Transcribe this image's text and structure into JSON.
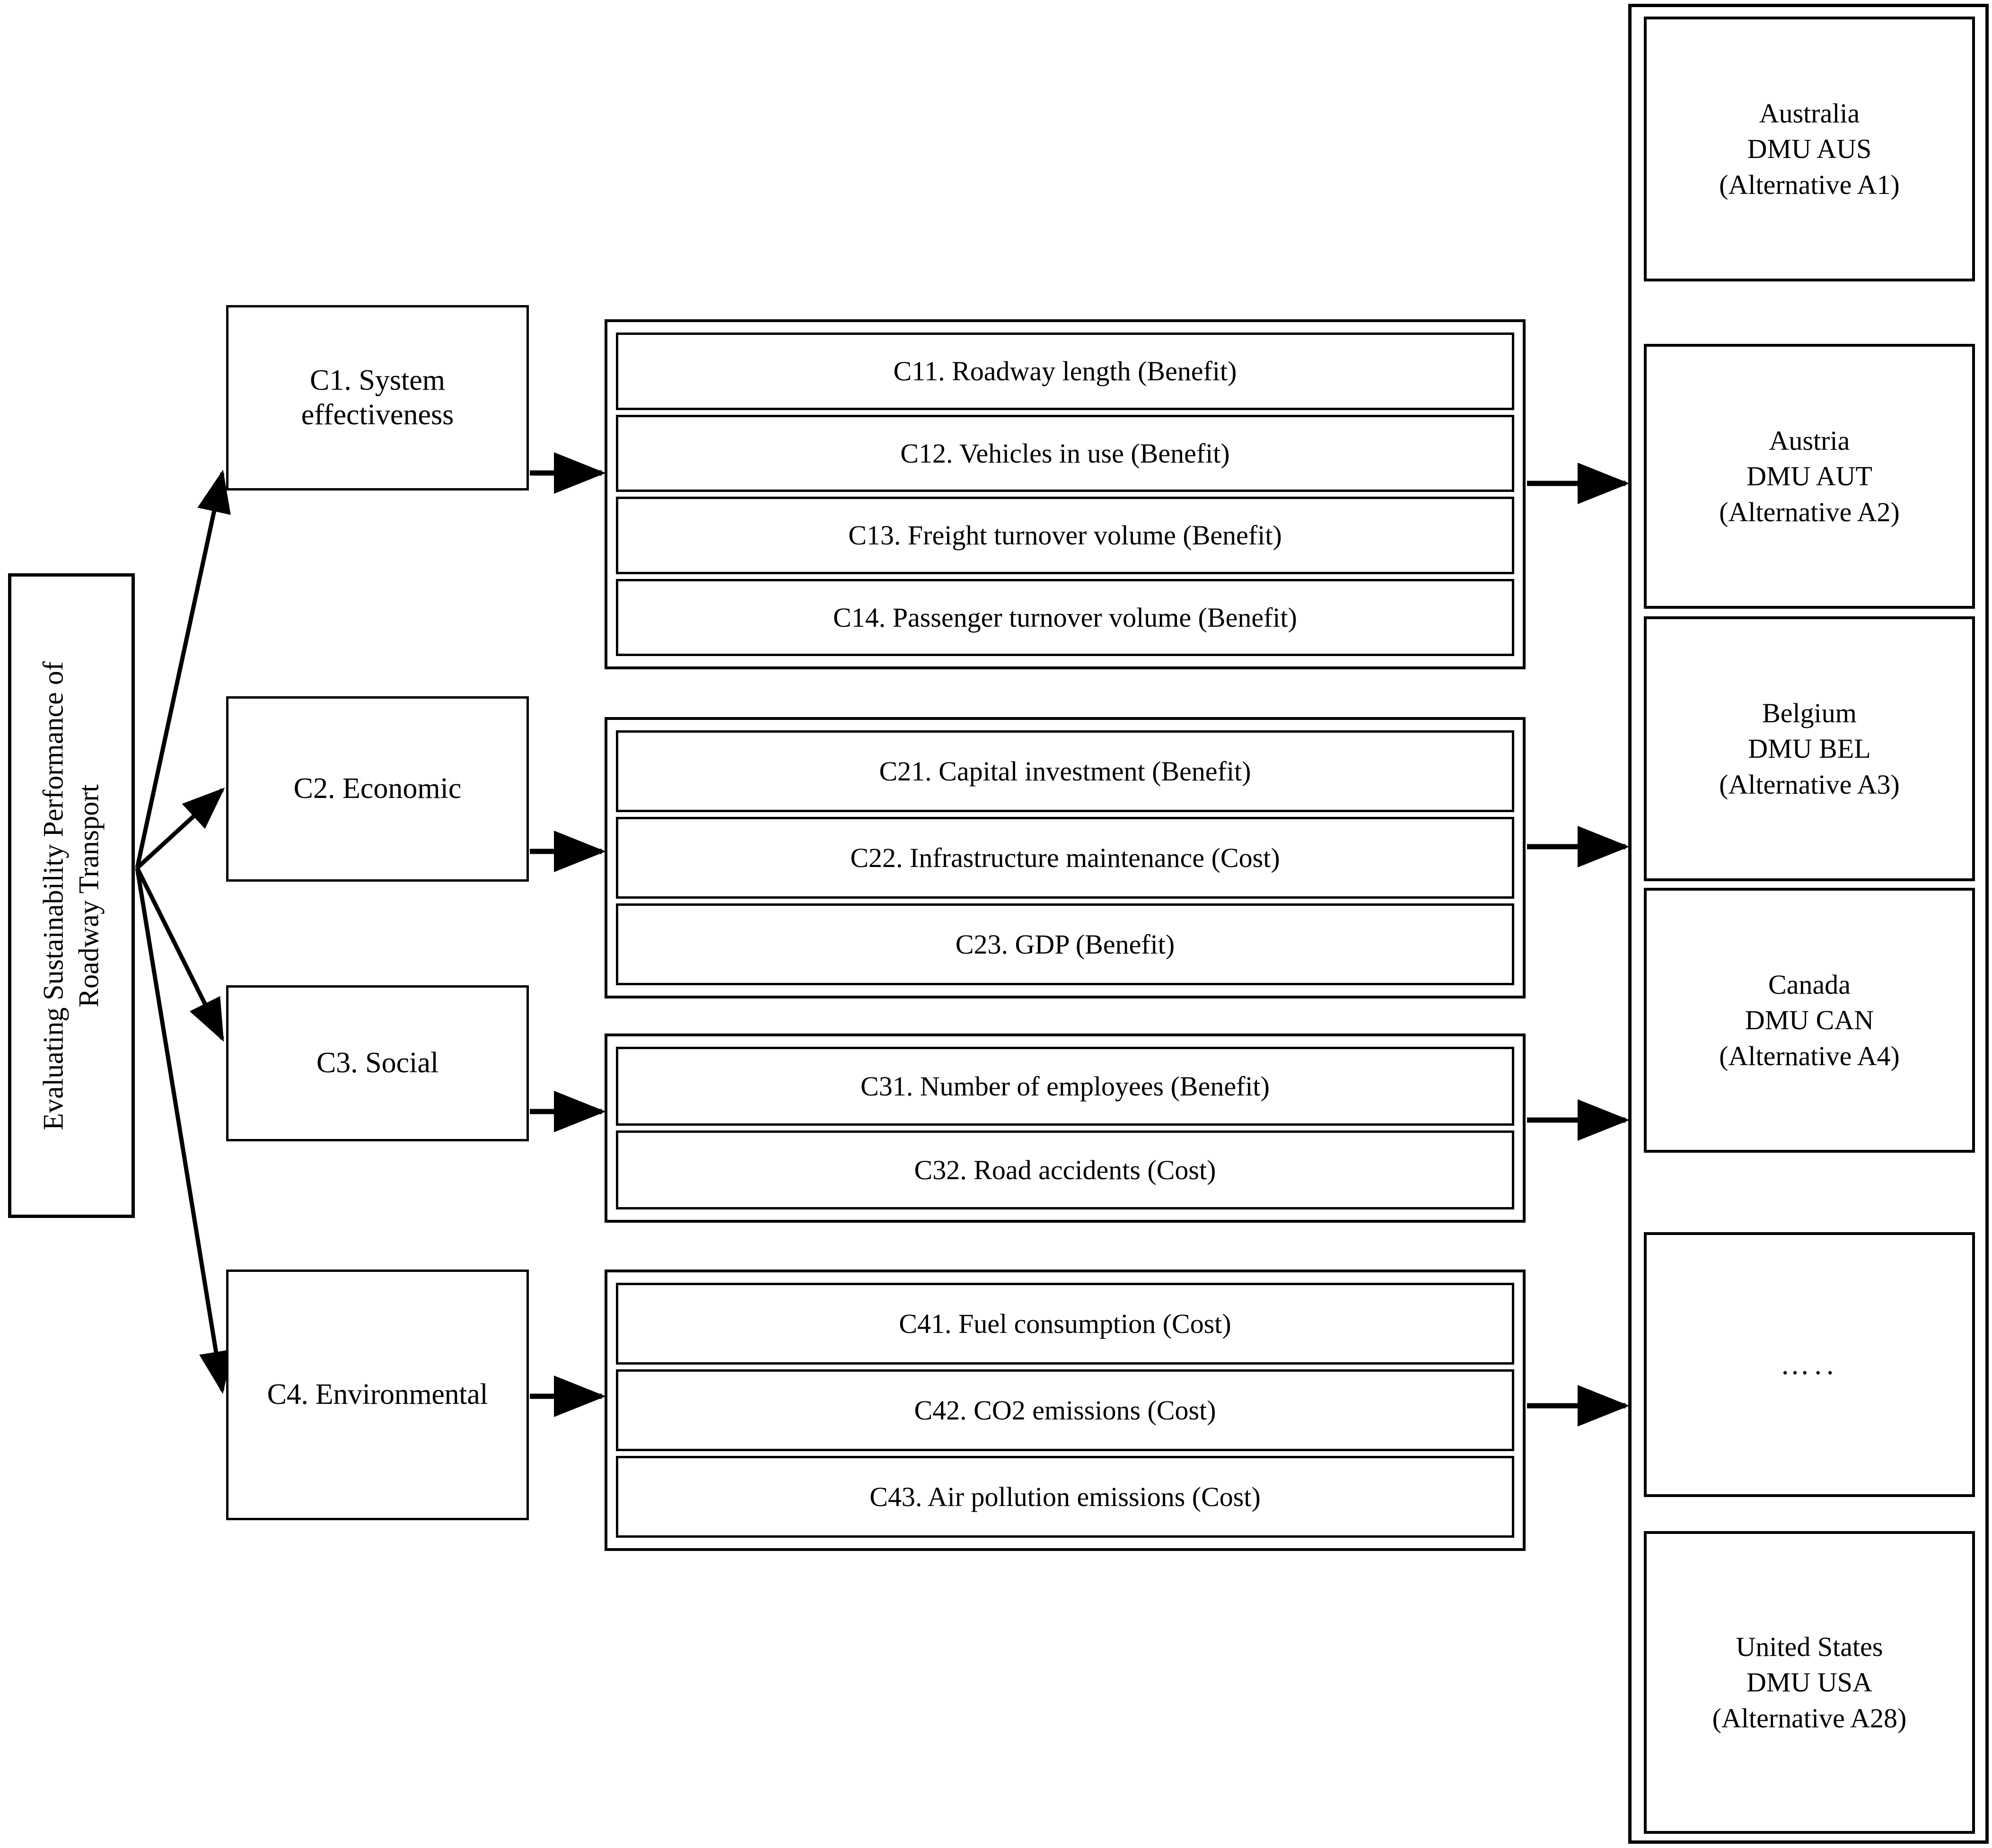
{
  "goal": {
    "label": "Evaluating Sustainability Performance of\nRoadway Transport"
  },
  "criteria": [
    {
      "id": "C1",
      "label": "C1. System effectiveness"
    },
    {
      "id": "C2",
      "label": "C2. Economic"
    },
    {
      "id": "C3",
      "label": "C3. Social"
    },
    {
      "id": "C4",
      "label": "C4. Environmental"
    }
  ],
  "subcriteria_groups": [
    {
      "parent": "C1",
      "items": [
        {
          "label": "C11. Roadway length (Benefit)"
        },
        {
          "label": "C12. Vehicles in use (Benefit)"
        },
        {
          "label": "C13. Freight turnover volume (Benefit)"
        },
        {
          "label": "C14. Passenger turnover volume (Benefit)"
        }
      ]
    },
    {
      "parent": "C2",
      "items": [
        {
          "label": "C21. Capital investment (Benefit)"
        },
        {
          "label": "C22. Infrastructure maintenance (Cost)"
        },
        {
          "label": "C23. GDP (Benefit)"
        }
      ]
    },
    {
      "parent": "C3",
      "items": [
        {
          "label": "C31. Number of employees (Benefit)"
        },
        {
          "label": "C32. Road accidents (Cost)"
        }
      ]
    },
    {
      "parent": "C4",
      "items": [
        {
          "label": "C41. Fuel consumption (Cost)"
        },
        {
          "label": "C42. CO2 emissions (Cost)"
        },
        {
          "label": "C43. Air pollution emissions (Cost)"
        }
      ]
    }
  ],
  "alternatives": [
    {
      "country": "Australia",
      "dmu": "DMU AUS",
      "alt": "(Alternative A1)"
    },
    {
      "country": "Austria",
      "dmu": "DMU AUT",
      "alt": "(Alternative A2)"
    },
    {
      "country": "Belgium",
      "dmu": "DMU BEL",
      "alt": "(Alternative A3)"
    },
    {
      "country": "Canada",
      "dmu": "DMU CAN",
      "alt": "(Alternative A4)"
    },
    {
      "ellipsis": "….."
    },
    {
      "country": "United States",
      "dmu": "DMU USA",
      "alt": "(Alternative A28)"
    }
  ],
  "colors": {
    "line": "#000000",
    "background": "#ffffff"
  }
}
